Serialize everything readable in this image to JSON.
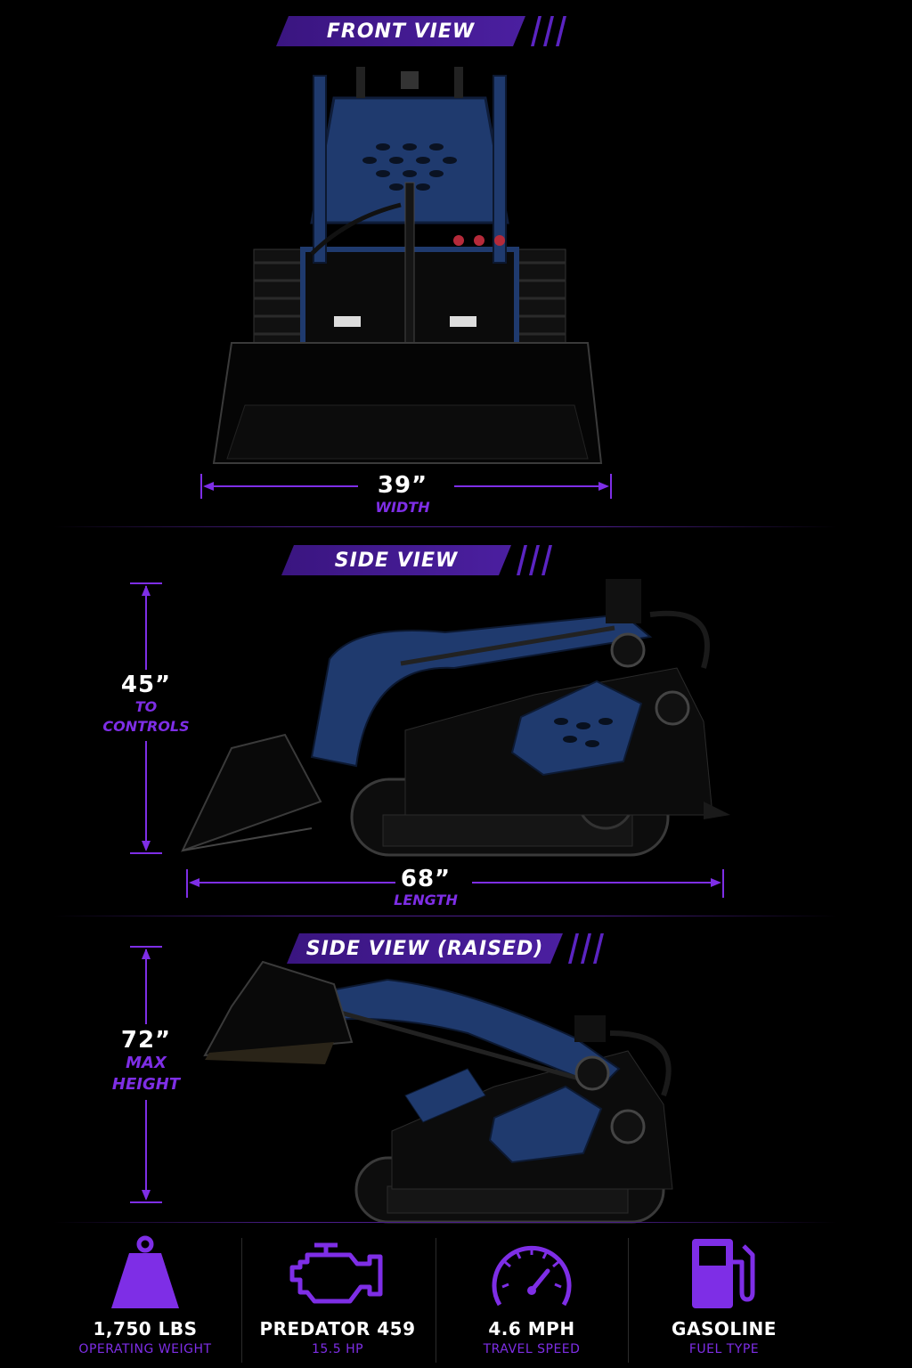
{
  "sections": {
    "front": {
      "title": "FRONT VIEW",
      "dimension": "39”",
      "dimension_label": "WIDTH"
    },
    "side": {
      "title": "SIDE VIEW",
      "height": "45”",
      "height_label_1": "TO",
      "height_label_2": "CONTROLS",
      "length": "68”",
      "length_label": "LENGTH"
    },
    "raised": {
      "title": "SIDE VIEW (RAISED)",
      "height": "72”",
      "height_label_1": "MAX",
      "height_label_2": "HEIGHT"
    }
  },
  "specs": [
    {
      "icon": "weight-icon",
      "value": "1,750 LBS",
      "label": "OPERATING WEIGHT"
    },
    {
      "icon": "engine-icon",
      "value": "PREDATOR 459",
      "label": "15.5 HP"
    },
    {
      "icon": "speedometer-icon",
      "value": "4.6 MPH",
      "label": "TRAVEL SPEED"
    },
    {
      "icon": "fuel-pump-icon",
      "value": "GASOLINE",
      "label": "FUEL TYPE"
    }
  ],
  "colors": {
    "accent": "#7e2ee6",
    "banner": "#3d1789",
    "machine_blue": "#1f3a6e",
    "background": "#000000"
  }
}
